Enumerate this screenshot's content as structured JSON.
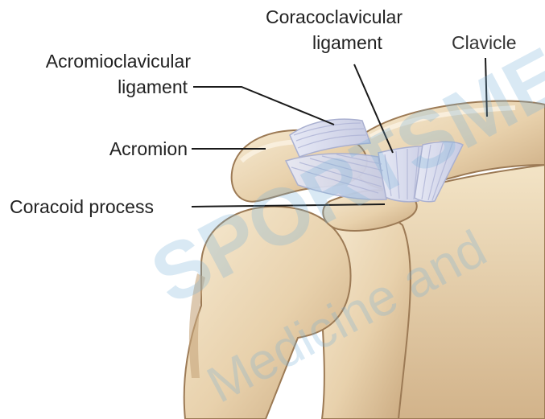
{
  "labels": {
    "acromioclavicular_line1": "Acromioclavicular",
    "acromioclavicular_line2": "ligament",
    "coracoclavicular_line1": "Coracoclavicular",
    "coracoclavicular_line2": "ligament",
    "clavicle": "Clavicle",
    "acromion": "Acromion",
    "coracoid": "Coracoid process"
  },
  "watermark": {
    "text1": "SPORTSME",
    "text2": "Medicine and"
  },
  "colors": {
    "bone_fill": "#ead4b0",
    "bone_shadow": "#b89670",
    "bone_highlight": "#f7ecd8",
    "ligament": "#d9dcef",
    "leader": "#1a1a1a",
    "watermark": "#78afd7"
  }
}
